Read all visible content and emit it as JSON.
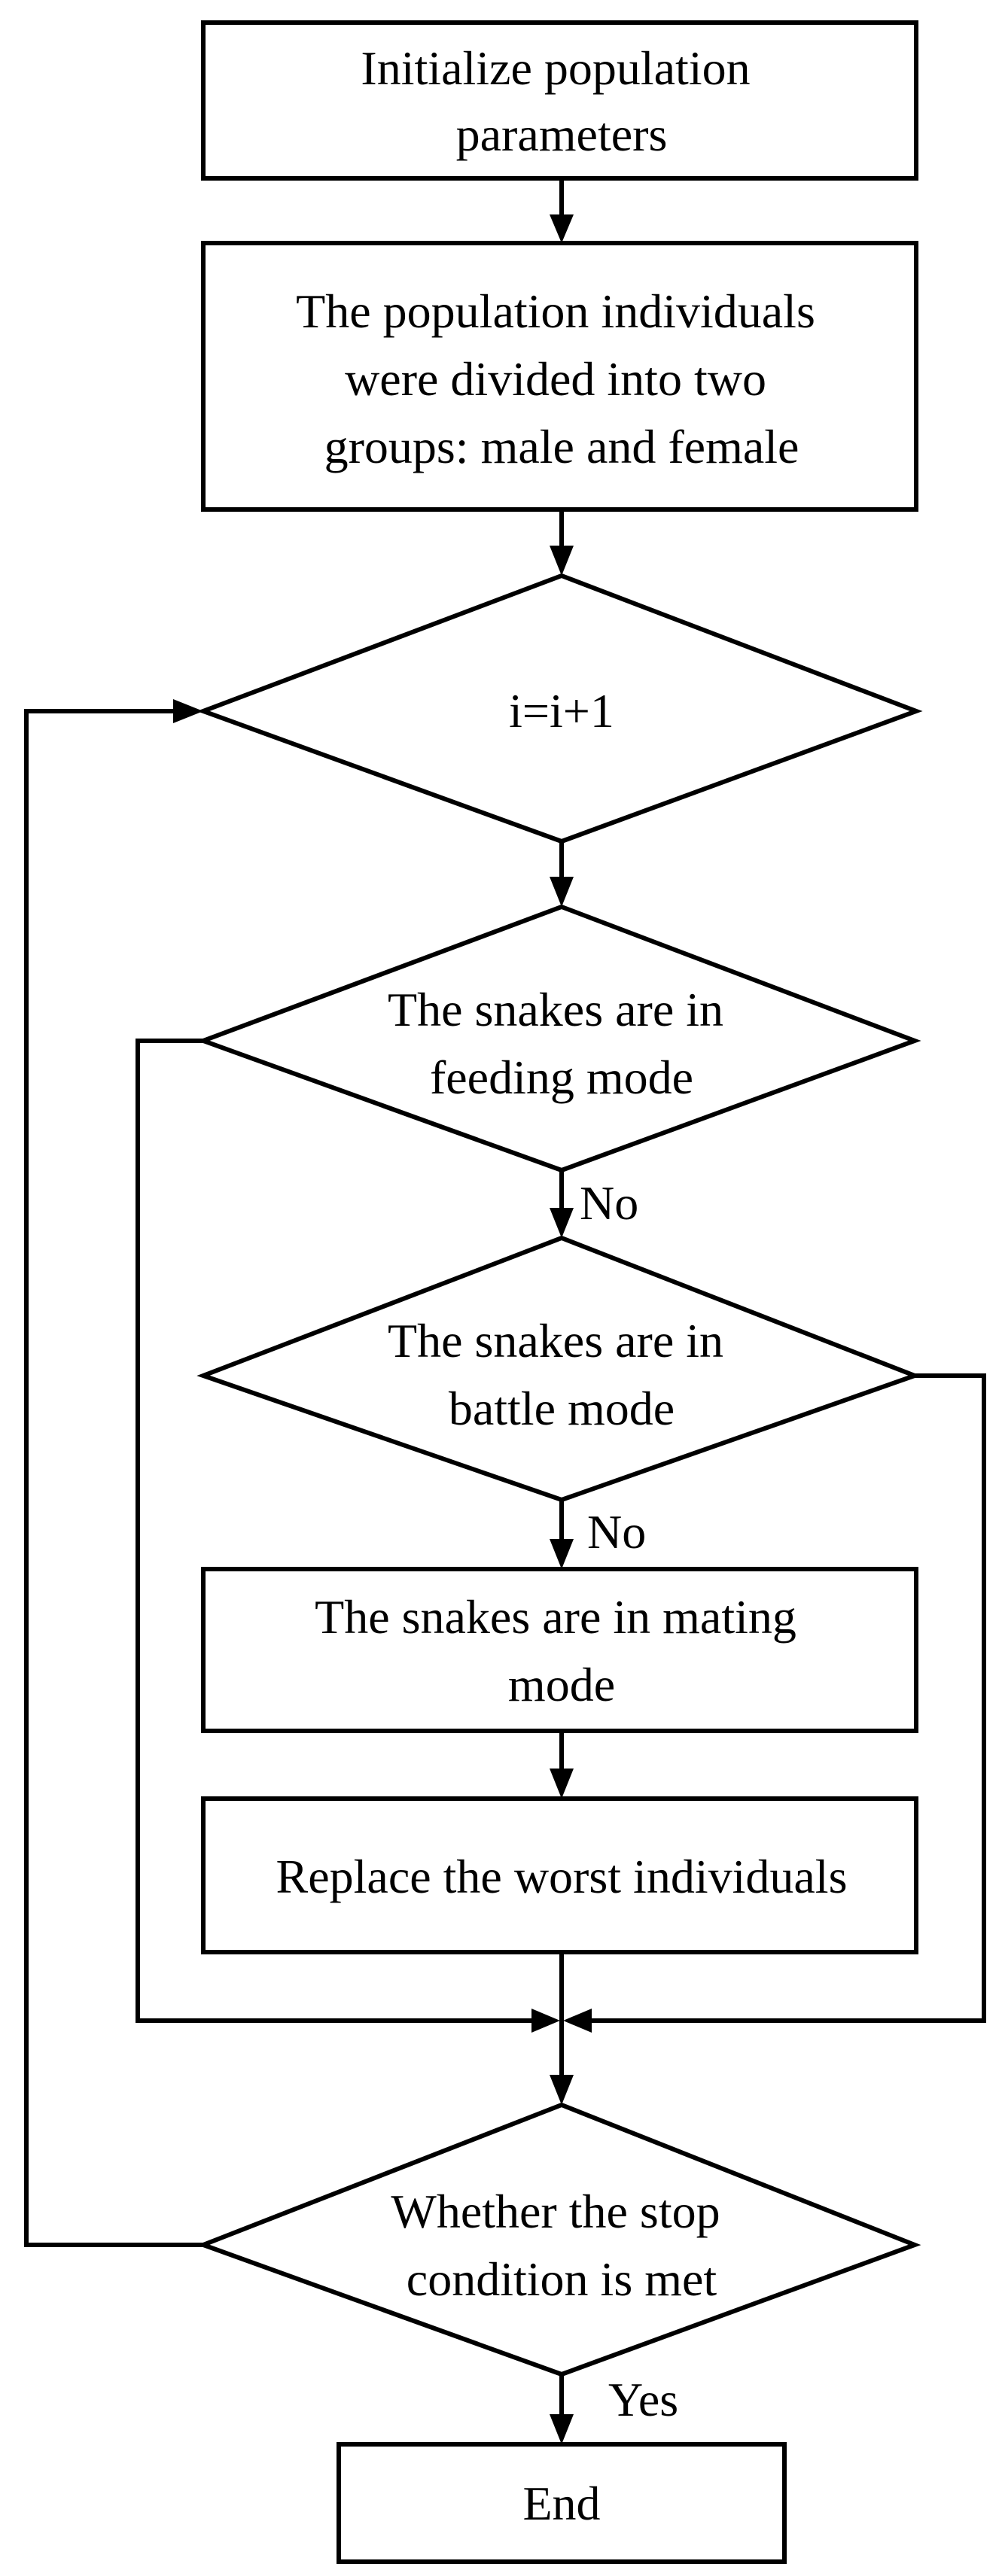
{
  "diagram": {
    "type": "flowchart",
    "nodes": {
      "init": {
        "shape": "rectangle",
        "lines": [
          "Initialize population",
          "parameters"
        ]
      },
      "divide": {
        "shape": "rectangle",
        "lines": [
          "The population individuals",
          "were divided into two",
          "groups: male and female"
        ]
      },
      "increment": {
        "shape": "diamond",
        "lines": [
          "i=i+1"
        ]
      },
      "feeding": {
        "shape": "diamond",
        "lines": [
          "The snakes are in",
          "feeding mode"
        ]
      },
      "battle": {
        "shape": "diamond",
        "lines": [
          "The snakes are in",
          "battle mode"
        ]
      },
      "mating": {
        "shape": "rectangle",
        "lines": [
          "The snakes are in mating",
          "mode"
        ]
      },
      "replace": {
        "shape": "rectangle",
        "lines": [
          "Replace the worst individuals"
        ]
      },
      "stop": {
        "shape": "diamond",
        "lines": [
          "Whether the stop",
          "condition is met"
        ]
      },
      "end": {
        "shape": "rectangle",
        "lines": [
          "End"
        ]
      }
    },
    "edge_labels": {
      "feeding_no": "No",
      "battle_no": "No",
      "stop_yes": "Yes"
    },
    "colors": {
      "stroke": "#000000",
      "fill": "#ffffff",
      "text": "#000000"
    }
  }
}
